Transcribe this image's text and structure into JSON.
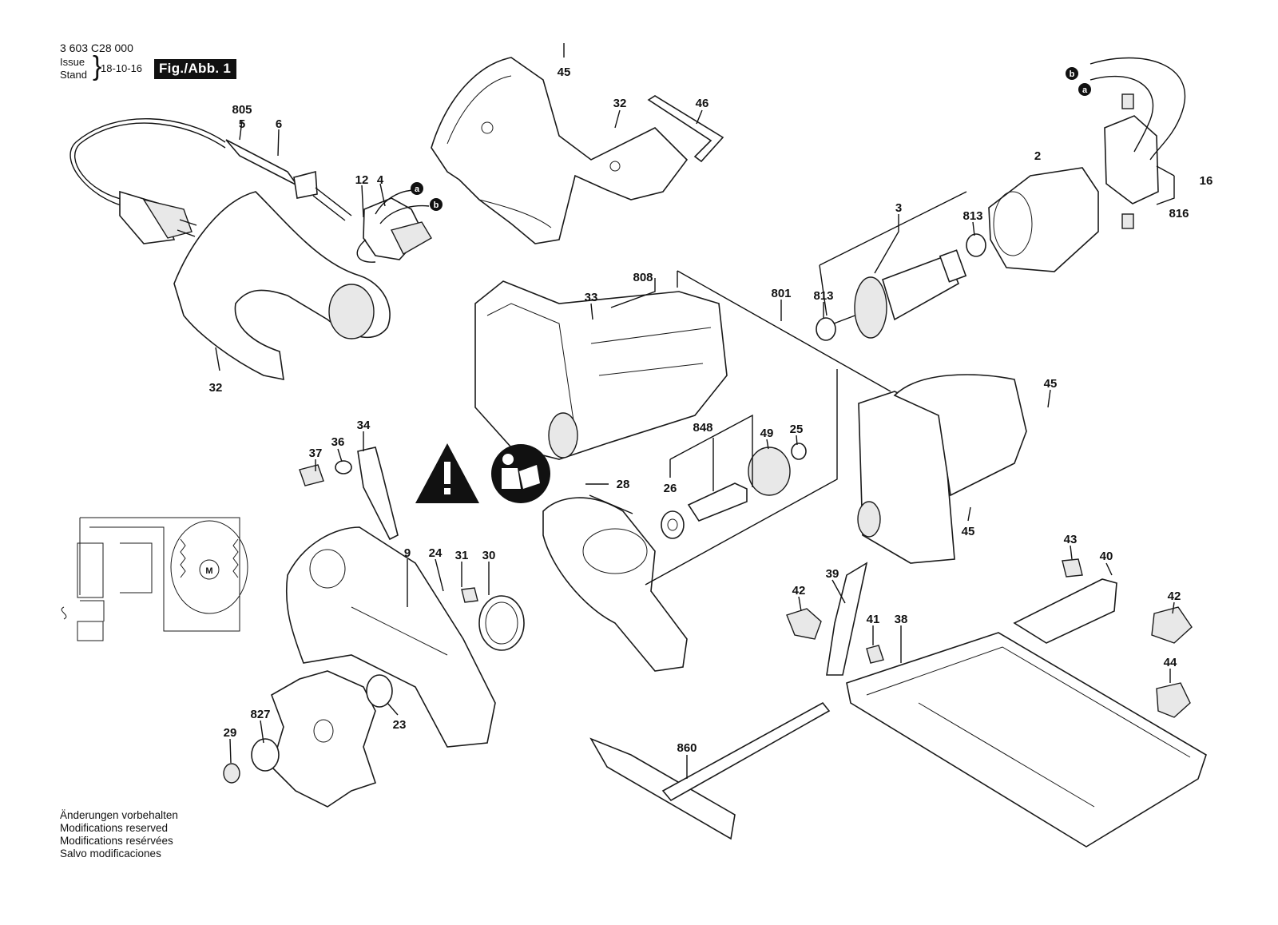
{
  "header": {
    "doc_number": "3 603 C28 000",
    "issue_label": "Issue",
    "stand_label": "Stand",
    "issue_date": "18-10-16",
    "figure_label": "Fig./Abb. 1"
  },
  "notes": [
    "Änderungen vorbehalten",
    "Modifications reserved",
    "Modifications resérvées",
    "Salvo modificaciones"
  ],
  "part_labels": {
    "p805": "805",
    "p5": "5",
    "p6": "6",
    "p12": "12",
    "p4": "4",
    "p45_top": "45",
    "p32_top": "32",
    "p46": "46",
    "p32_left": "32",
    "p808": "808",
    "p33": "33",
    "p801": "801",
    "p3": "3",
    "p2": "2",
    "p16": "16",
    "p816": "816",
    "p813_top": "813",
    "p813_left": "813",
    "p45_mid": "45",
    "p45_low": "45",
    "p34": "34",
    "p36": "36",
    "p37": "37",
    "p848": "848",
    "p49": "49",
    "p25": "25",
    "p26": "26",
    "p28": "28",
    "p9": "9",
    "p24": "24",
    "p31": "31",
    "p30": "30",
    "p43": "43",
    "p40": "40",
    "p42_left": "42",
    "p42_right": "42",
    "p39": "39",
    "p41": "41",
    "p38": "38",
    "p44": "44",
    "p827": "827",
    "p29": "29",
    "p23": "23",
    "p860": "860"
  },
  "wire_markers": {
    "a": "a",
    "b": "b"
  },
  "motor_symbol": "M"
}
